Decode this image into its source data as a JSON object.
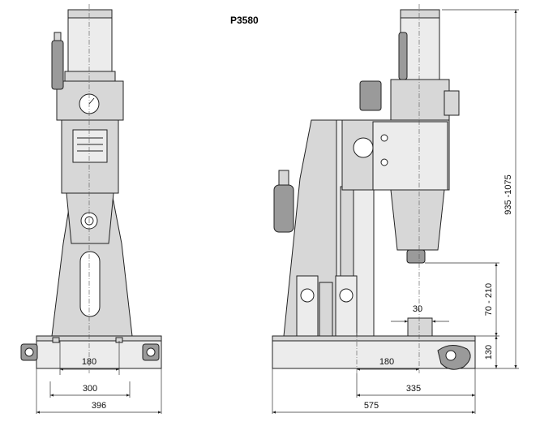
{
  "title": "P3580",
  "dimensions": {
    "front_base_holes": "180",
    "front_base_inner": "300",
    "front_base_overall": "396",
    "side_slot_width": "30",
    "side_holes": "180",
    "side_base_mid": "335",
    "side_base_overall": "575",
    "height_overall": "935 -1075",
    "height_stroke": "70 - 210",
    "height_table": "130"
  }
}
